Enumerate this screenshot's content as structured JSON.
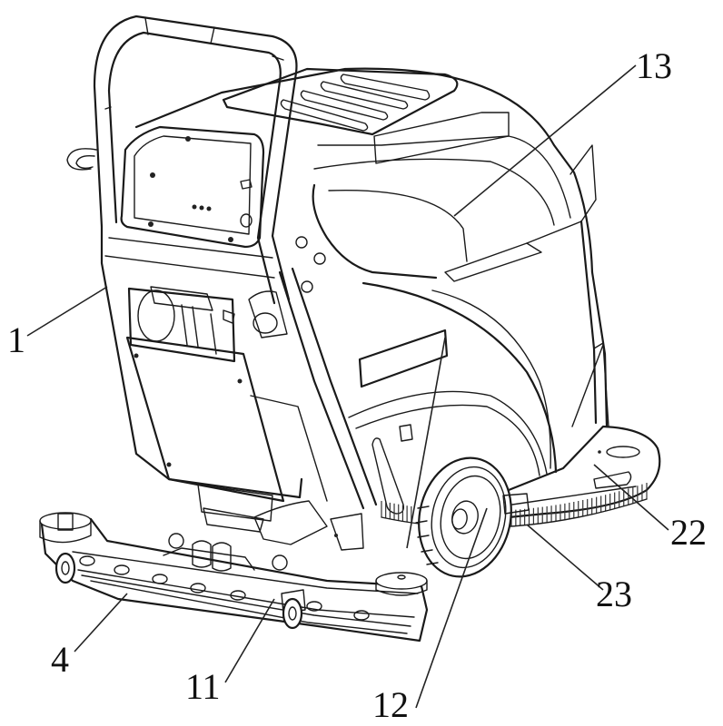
{
  "figure": {
    "subject": "floor scrubber machine perspective line drawing",
    "labels": [
      {
        "id": "1",
        "text": "1",
        "part": "main body housing"
      },
      {
        "id": "13",
        "text": "13",
        "part": "upper cover"
      },
      {
        "id": "22",
        "text": "22",
        "part": "brush deck"
      },
      {
        "id": "23",
        "text": "23",
        "part": "disc brush"
      },
      {
        "id": "4",
        "text": "4",
        "part": "squeegee assembly"
      },
      {
        "id": "11",
        "text": "11",
        "part": "squeegee caster wheel"
      },
      {
        "id": "12",
        "text": "12",
        "part": "drive wheel"
      }
    ]
  },
  "colors": {
    "line": "#1a1a1a",
    "background": "#ffffff"
  }
}
